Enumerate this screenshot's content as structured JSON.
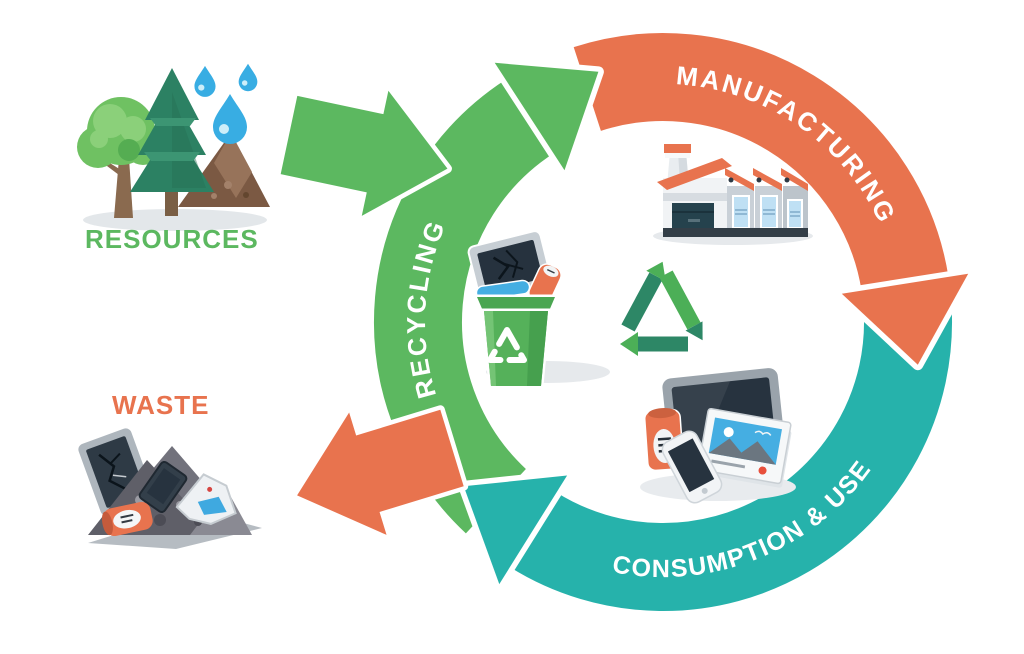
{
  "diagram": {
    "labels": {
      "resources": "RESOURCES",
      "waste": "WASTE"
    },
    "cycle": [
      {
        "id": "recycling",
        "label": "RECYCLING",
        "color": "#5cb860"
      },
      {
        "id": "manufacturing",
        "label": "MANUFACTURING",
        "color": "#e8734e"
      },
      {
        "id": "consumption",
        "label": "CONSUMPTION & USE",
        "color": "#26b2ab"
      }
    ],
    "colors": {
      "green": "#5cb860",
      "orange": "#e8734e",
      "teal": "#26b2ab",
      "dark_green": "#2d8766",
      "light_green": "#4caf57",
      "drop_blue": "#38ade3",
      "background": "#ffffff"
    }
  }
}
